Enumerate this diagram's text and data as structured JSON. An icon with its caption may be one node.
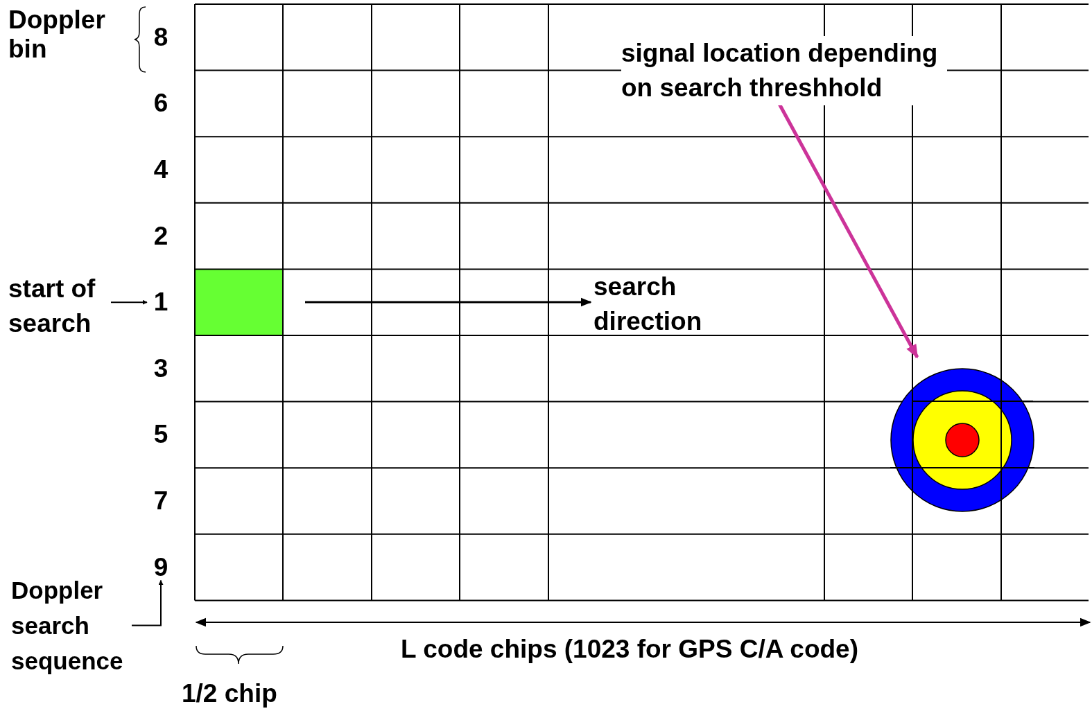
{
  "diagram": {
    "nodes": [
      {
        "text": [
          "Doppler bin"
        ]
      },
      {
        "text": [
          "start of search"
        ]
      },
      {
        "text": [
          "1"
        ]
      },
      {
        "text": [
          "9"
        ]
      },
      {
        "text": [
          "Doppler search sequence"
        ]
      },
      {
        "text": [
          "signal location depending on search threshhold"
        ]
      },
      {
        "text": [],
        "shape": "circle"
      }
    ],
    "edges": [
      {
        "from": 1,
        "to": 2,
        "arrow": "to"
      },
      {
        "from": 4,
        "to": 3,
        "arrow": "to"
      },
      {
        "from": 5,
        "to": 6,
        "arrow": "to",
        "color": "#cc3399",
        "style": "thick"
      }
    ],
    "labels": [
      "8",
      "6",
      "4",
      "2",
      "3",
      "5",
      "7",
      "search direction",
      "L code chips (1023 for GPS C/A code)",
      "1/2 chip"
    ]
  }
}
